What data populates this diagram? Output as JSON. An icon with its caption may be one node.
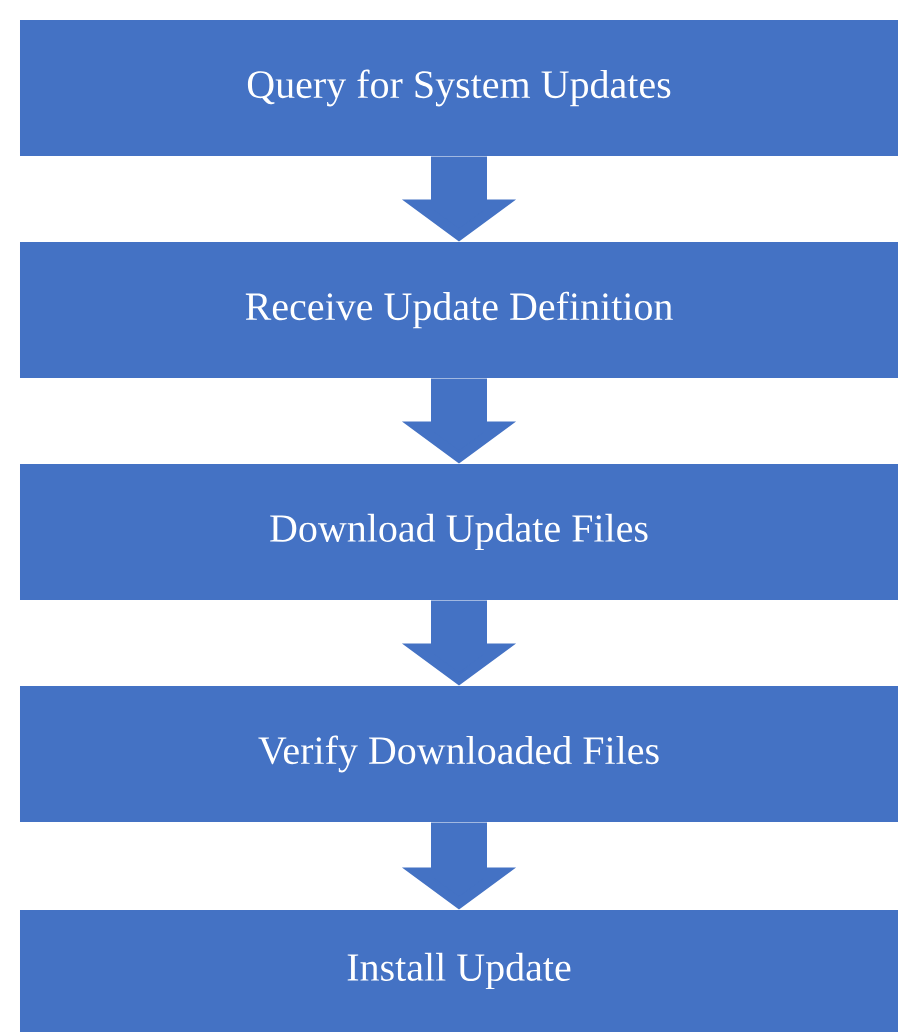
{
  "diagram": {
    "nodes": [
      {
        "text": [
          "Query for System Updates"
        ]
      },
      {
        "text": [
          "Receive Update Definition"
        ]
      },
      {
        "text": [
          "Download Update Files"
        ]
      },
      {
        "text": [
          "Verify Downloaded Files"
        ]
      },
      {
        "text": [
          "Install Update"
        ]
      }
    ],
    "edges": [
      {
        "from": 0,
        "to": 1,
        "arrow": "to"
      },
      {
        "from": 1,
        "to": 2,
        "arrow": "to"
      },
      {
        "from": 2,
        "to": 3,
        "arrow": "to"
      },
      {
        "from": 3,
        "to": 4,
        "arrow": "to"
      }
    ]
  }
}
